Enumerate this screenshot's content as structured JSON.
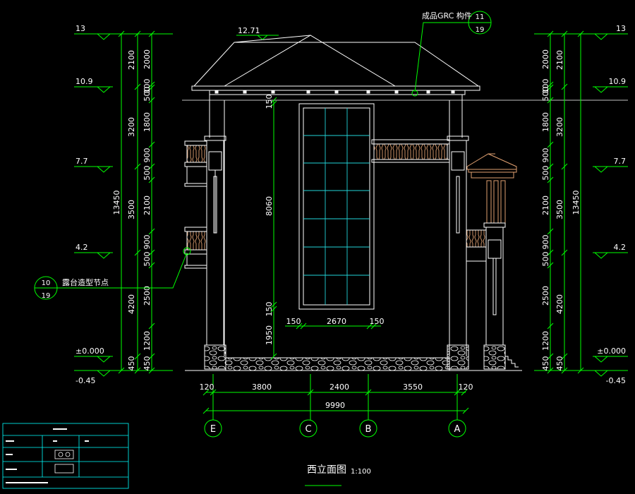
{
  "title": "西立面图",
  "scale": "1:100",
  "roof_level": "12.71",
  "level_marks": [
    "13",
    "10.9",
    "7.7",
    "4.2",
    "±0.000",
    "-0.45"
  ],
  "left_outer_dims": [
    "2100",
    "3200",
    "3500",
    "4200",
    "450"
  ],
  "left_inner_dims": [
    "2000",
    "100",
    "500",
    "1800",
    "900",
    "500",
    "2100",
    "900",
    "500",
    "2500",
    "1200",
    "450"
  ],
  "total_height": "13450",
  "right_inner_dims": [
    "2000",
    "100",
    "500",
    "1800",
    "900",
    "500",
    "2100",
    "900",
    "500",
    "2500",
    "1200",
    "450"
  ],
  "right_outer_dims": [
    "2100",
    "3200",
    "3500",
    "4200",
    "450"
  ],
  "window_dims": {
    "top_gap": "150",
    "height": "8060",
    "bottom_gap": "150",
    "sill": "1950",
    "left": "150",
    "width": "2670",
    "right": "150"
  },
  "bottom_dims": {
    "left_offset": "120",
    "spans": [
      "3800",
      "2400",
      "3550"
    ],
    "right_offset": "120",
    "total": "9990"
  },
  "axes": [
    "E",
    "C",
    "B",
    "A"
  ],
  "callout_top": {
    "label": "成品GRC 构件",
    "top": "11",
    "bottom": "19"
  },
  "callout_left": {
    "label": "露台造型节点",
    "top": "10",
    "bottom": "19"
  },
  "colors": {
    "line": "#ffffff",
    "dim": "#00ff00",
    "glass": "#22d3d8",
    "baluster": "#e0a070",
    "legend": "#00ffff"
  }
}
